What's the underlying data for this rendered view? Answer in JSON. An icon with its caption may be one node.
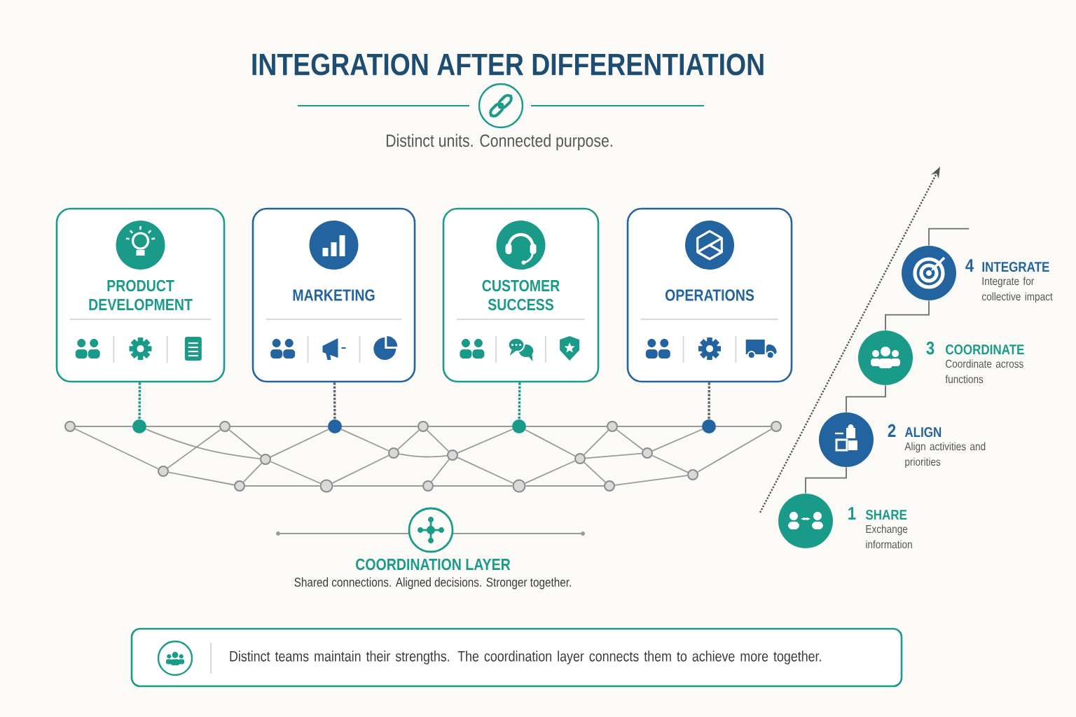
{
  "diagram": {
    "title": "INTEGRATION AFTER DIFFERENTIATION",
    "nodes": [
      {
        "text": [
          "PRODUCT DEVELOPMENT"
        ]
      },
      {
        "text": [
          "MARKETING"
        ]
      },
      {
        "text": [
          "CUSTOMER SUCCESS"
        ]
      },
      {
        "text": [
          "OPERATIONS"
        ]
      },
      {
        "text": [],
        "shape": "circle"
      },
      {
        "text": [],
        "shape": "circle"
      },
      {
        "text": [],
        "shape": "circle"
      },
      {
        "text": [],
        "shape": "circle"
      },
      {
        "text": [],
        "shape": "circle"
      },
      {
        "text": [],
        "shape": "circle"
      },
      {
        "text": [],
        "shape": "circle"
      },
      {
        "text": [],
        "shape": "circle"
      },
      {
        "text": [],
        "shape": "circle"
      },
      {
        "text": [],
        "shape": "circle"
      },
      {
        "text": [],
        "shape": "circle"
      },
      {
        "text": [],
        "shape": "circle"
      },
      {
        "text": [],
        "shape": "circle"
      },
      {
        "text": [],
        "shape": "circle"
      },
      {
        "text": [],
        "shape": "circle"
      },
      {
        "text": [],
        "shape": "circle"
      },
      {
        "text": [],
        "shape": "circle"
      },
      {
        "text": [],
        "shape": "circle"
      },
      {
        "text": [],
        "shape": "circle"
      },
      {
        "text": [],
        "shape": "circle"
      },
      {
        "text": [],
        "shape": "circle"
      },
      {
        "text": [
          "1",
          "SHARE",
          "Exchange information"
        ]
      },
      {
        "text": [
          "2",
          "ALIGN",
          "Align activities and priorities"
        ]
      },
      {
        "text": [
          "3",
          "COORDINATE",
          "Coordinate across functions"
        ]
      },
      {
        "text": [
          "4",
          "INTEGRATE",
          "Integrate for collective impact"
        ]
      },
      {
        "text": [
          "Distinct teams maintain their strengths. The coordination layer connects them to achieve more together."
        ]
      }
    ],
    "edges": [
      {
        "from": 0,
        "to": 5,
        "arrow": "none",
        "style": "dashed",
        "color": "#1a9a88"
      },
      {
        "from": 1,
        "to": 7,
        "arrow": "none",
        "style": "dashed",
        "color": "#5f6670"
      },
      {
        "from": 2,
        "to": 9,
        "arrow": "none",
        "style": "dashed",
        "color": "#1a9a88"
      },
      {
        "from": 3,
        "to": 11,
        "arrow": "none",
        "style": "dashed",
        "color": "#5f6670"
      },
      {
        "from": 4,
        "to": 5,
        "arrow": "none"
      },
      {
        "from": 5,
        "to": 6,
        "arrow": "none"
      },
      {
        "from": 6,
        "to": 7,
        "arrow": "none"
      },
      {
        "from": 7,
        "to": 8,
        "arrow": "none"
      },
      {
        "from": 8,
        "to": 9,
        "arrow": "none"
      },
      {
        "from": 9,
        "to": 10,
        "arrow": "none"
      },
      {
        "from": 10,
        "to": 11,
        "arrow": "none"
      },
      {
        "from": 11,
        "to": 12,
        "arrow": "none"
      },
      {
        "from": 4,
        "to": 13,
        "arrow": "none"
      },
      {
        "from": 13,
        "to": 6,
        "arrow": "none"
      },
      {
        "from": 13,
        "to": 20,
        "arrow": "none"
      },
      {
        "from": 5,
        "to": 14,
        "arrow": "none"
      },
      {
        "from": 6,
        "to": 14,
        "arrow": "none"
      },
      {
        "from": 14,
        "to": 7,
        "arrow": "none"
      },
      {
        "from": 14,
        "to": 20,
        "arrow": "none"
      },
      {
        "from": 14,
        "to": 21,
        "arrow": "none"
      },
      {
        "from": 20,
        "to": 21,
        "arrow": "none"
      },
      {
        "from": 21,
        "to": 22,
        "arrow": "none"
      },
      {
        "from": 22,
        "to": 23,
        "arrow": "none"
      },
      {
        "from": 23,
        "to": 24,
        "arrow": "none"
      },
      {
        "from": 24,
        "to": 19,
        "arrow": "none"
      },
      {
        "from": 7,
        "to": 15,
        "arrow": "none"
      },
      {
        "from": 15,
        "to": 8,
        "arrow": "none"
      },
      {
        "from": 15,
        "to": 21,
        "arrow": "none"
      },
      {
        "from": 15,
        "to": 16,
        "arrow": "none"
      },
      {
        "from": 8,
        "to": 16,
        "arrow": "none"
      },
      {
        "from": 16,
        "to": 22,
        "arrow": "none"
      },
      {
        "from": 16,
        "to": 9,
        "arrow": "none"
      },
      {
        "from": 16,
        "to": 23,
        "arrow": "none"
      },
      {
        "from": 9,
        "to": 17,
        "arrow": "none"
      },
      {
        "from": 17,
        "to": 23,
        "arrow": "none"
      },
      {
        "from": 17,
        "to": 10,
        "arrow": "none"
      },
      {
        "from": 17,
        "to": 18,
        "arrow": "none"
      },
      {
        "from": 17,
        "to": 24,
        "arrow": "none"
      },
      {
        "from": 10,
        "to": 18,
        "arrow": "none"
      },
      {
        "from": 18,
        "to": 11,
        "arrow": "none"
      },
      {
        "from": 18,
        "to": 19,
        "arrow": "none"
      },
      {
        "from": 19,
        "to": 12,
        "arrow": "none"
      },
      {
        "from": 25,
        "to": 26,
        "arrow": "none",
        "color": "#6a6a6a"
      },
      {
        "from": 26,
        "to": 27,
        "arrow": "none",
        "color": "#6a6a6a"
      },
      {
        "from": 27,
        "to": 28,
        "arrow": "none",
        "color": "#6a6a6a"
      },
      {
        "from": 28,
        "to": null,
        "arrow": "none",
        "color": "#6a6a6a"
      }
    ],
    "labels": [
      "Distinct units. Connected purpose.",
      "COORDINATION LAYER",
      "Shared connections. Aligned decisions. Stronger together."
    ]
  }
}
